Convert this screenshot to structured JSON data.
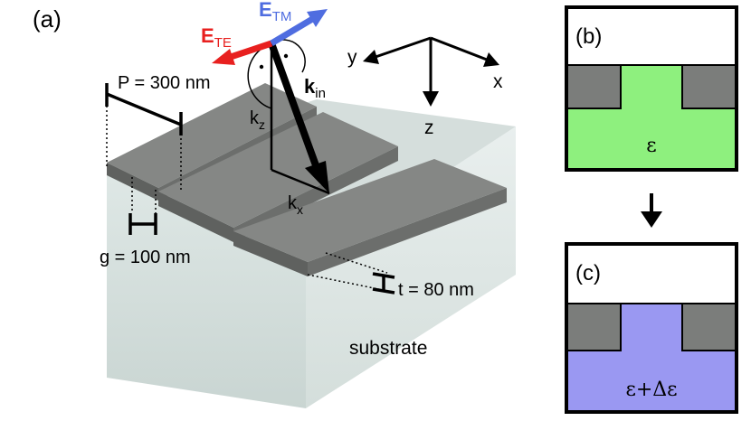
{
  "panel_a": {
    "label": "(a)",
    "period_label": "P = 300 nm",
    "gap_label": "g = 100 nm",
    "thickness_label": "t = 80 nm",
    "substrate_label": "substrate",
    "e_te": {
      "base": "E",
      "sub": "TE",
      "color": "#e8201f"
    },
    "e_tm": {
      "base": "E",
      "sub": "TM",
      "color": "#4f6de0"
    },
    "k_in": {
      "base": "k",
      "sub": "in"
    },
    "k_z": {
      "base": "k",
      "sub": "z"
    },
    "k_x": {
      "base": "k",
      "sub": "x"
    },
    "axes": {
      "y": "y",
      "x": "x",
      "z": "z"
    }
  },
  "panel_b": {
    "label": "(b)",
    "epsilon": "ε",
    "fill_color": "#8ef07e"
  },
  "panel_c": {
    "label": "(c)",
    "epsilon": "ε+Δε",
    "fill_color": "#9a98f2"
  },
  "colors": {
    "grating": "#7b7d7b",
    "grating_side": "#5e605f",
    "substrate": "#d9e2e0"
  }
}
